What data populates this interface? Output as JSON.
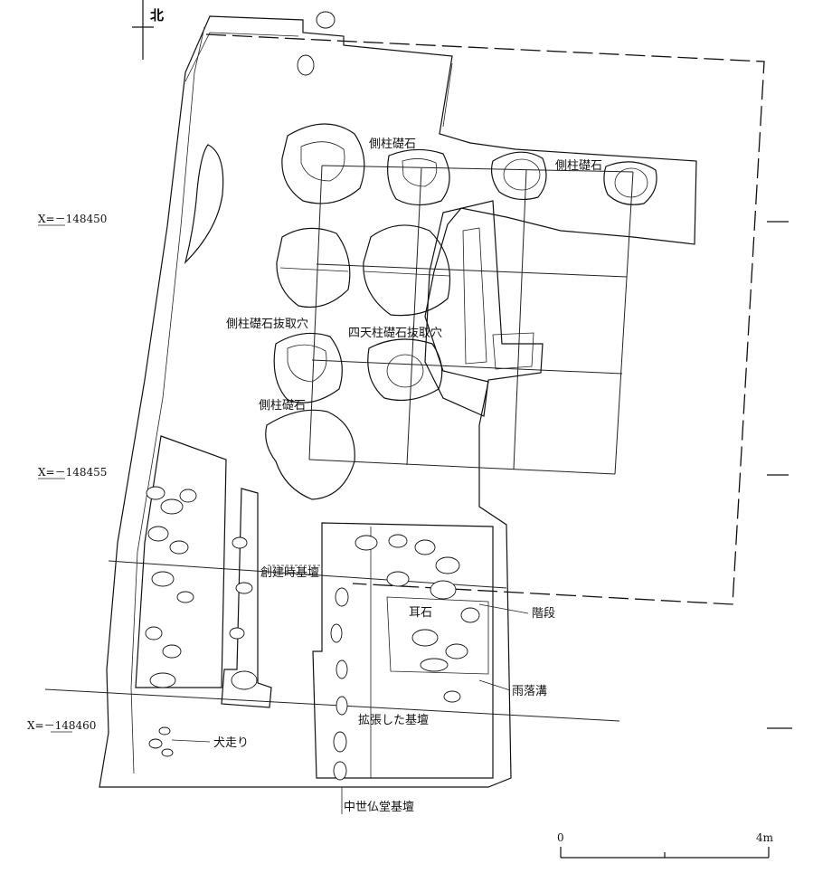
{
  "north_label": "北",
  "coordinates": [
    {
      "text": "X=－148450"
    },
    {
      "text": "X=－148455"
    },
    {
      "text": "X=－148460"
    }
  ],
  "labels": {
    "side_pillar_base_1": "側柱礎石",
    "side_pillar_base_2": "側柱礎石",
    "side_pillar_base_removal": "側柱礎石抜取穴",
    "four_pillar_base_removal": "四天柱礎石抜取穴",
    "side_pillar_base_3": "側柱礎石",
    "original_platform": "創建時基壇",
    "edge_stone": "耳石",
    "stairs": "階段",
    "rain_gutter": "雨落溝",
    "expanded_platform": "拡張した基壇",
    "inubashiri": "犬走り",
    "medieval_hall_platform": "中世仏堂基壇"
  },
  "scale": {
    "start": "0",
    "end": "4m"
  }
}
